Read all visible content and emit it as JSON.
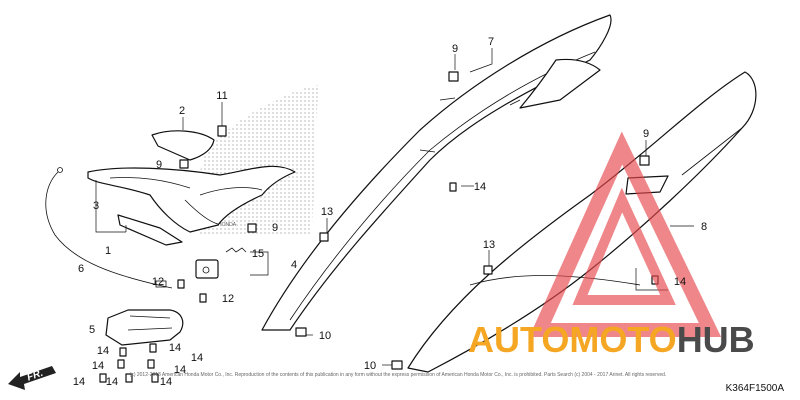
{
  "diagram": {
    "labels": {
      "p1": "1",
      "p2": "2",
      "p3": "3",
      "p4": "4",
      "p5": "5",
      "p6": "6",
      "p7": "7",
      "p8": "8",
      "p9a": "9",
      "p9b": "9",
      "p9c": "9",
      "p9d": "9",
      "p10a": "10",
      "p10b": "10",
      "p11": "11",
      "p12a": "12",
      "p12b": "12",
      "p13a": "13",
      "p13b": "13",
      "p14a": "14",
      "p14b": "14",
      "p14c": "14",
      "p14d": "14",
      "p14e": "14",
      "p14f": "14",
      "p14g": "14",
      "p14h": "14",
      "p14i": "14",
      "p14j": "14",
      "p15": "15"
    },
    "direction_label": "FR.",
    "diagram_code": "K364F1500A",
    "copyright": "(c) 2012-2013 American Honda Motor Co., Inc. Reproduction of the contents of this publication in any form without the express permission of American Honda Motor Co., Inc. is prohibited. Parts Search (c) 2004 - 2017 Arinet. All rights reserved.",
    "emblem_text": "HONDA",
    "watermark": {
      "part1": "AUTO",
      "part2": "MOTO",
      "part3": "HUB",
      "color_orange": "#f5a623",
      "color_gray": "#4a4a4a",
      "color_triangle": "#e8474b"
    }
  }
}
